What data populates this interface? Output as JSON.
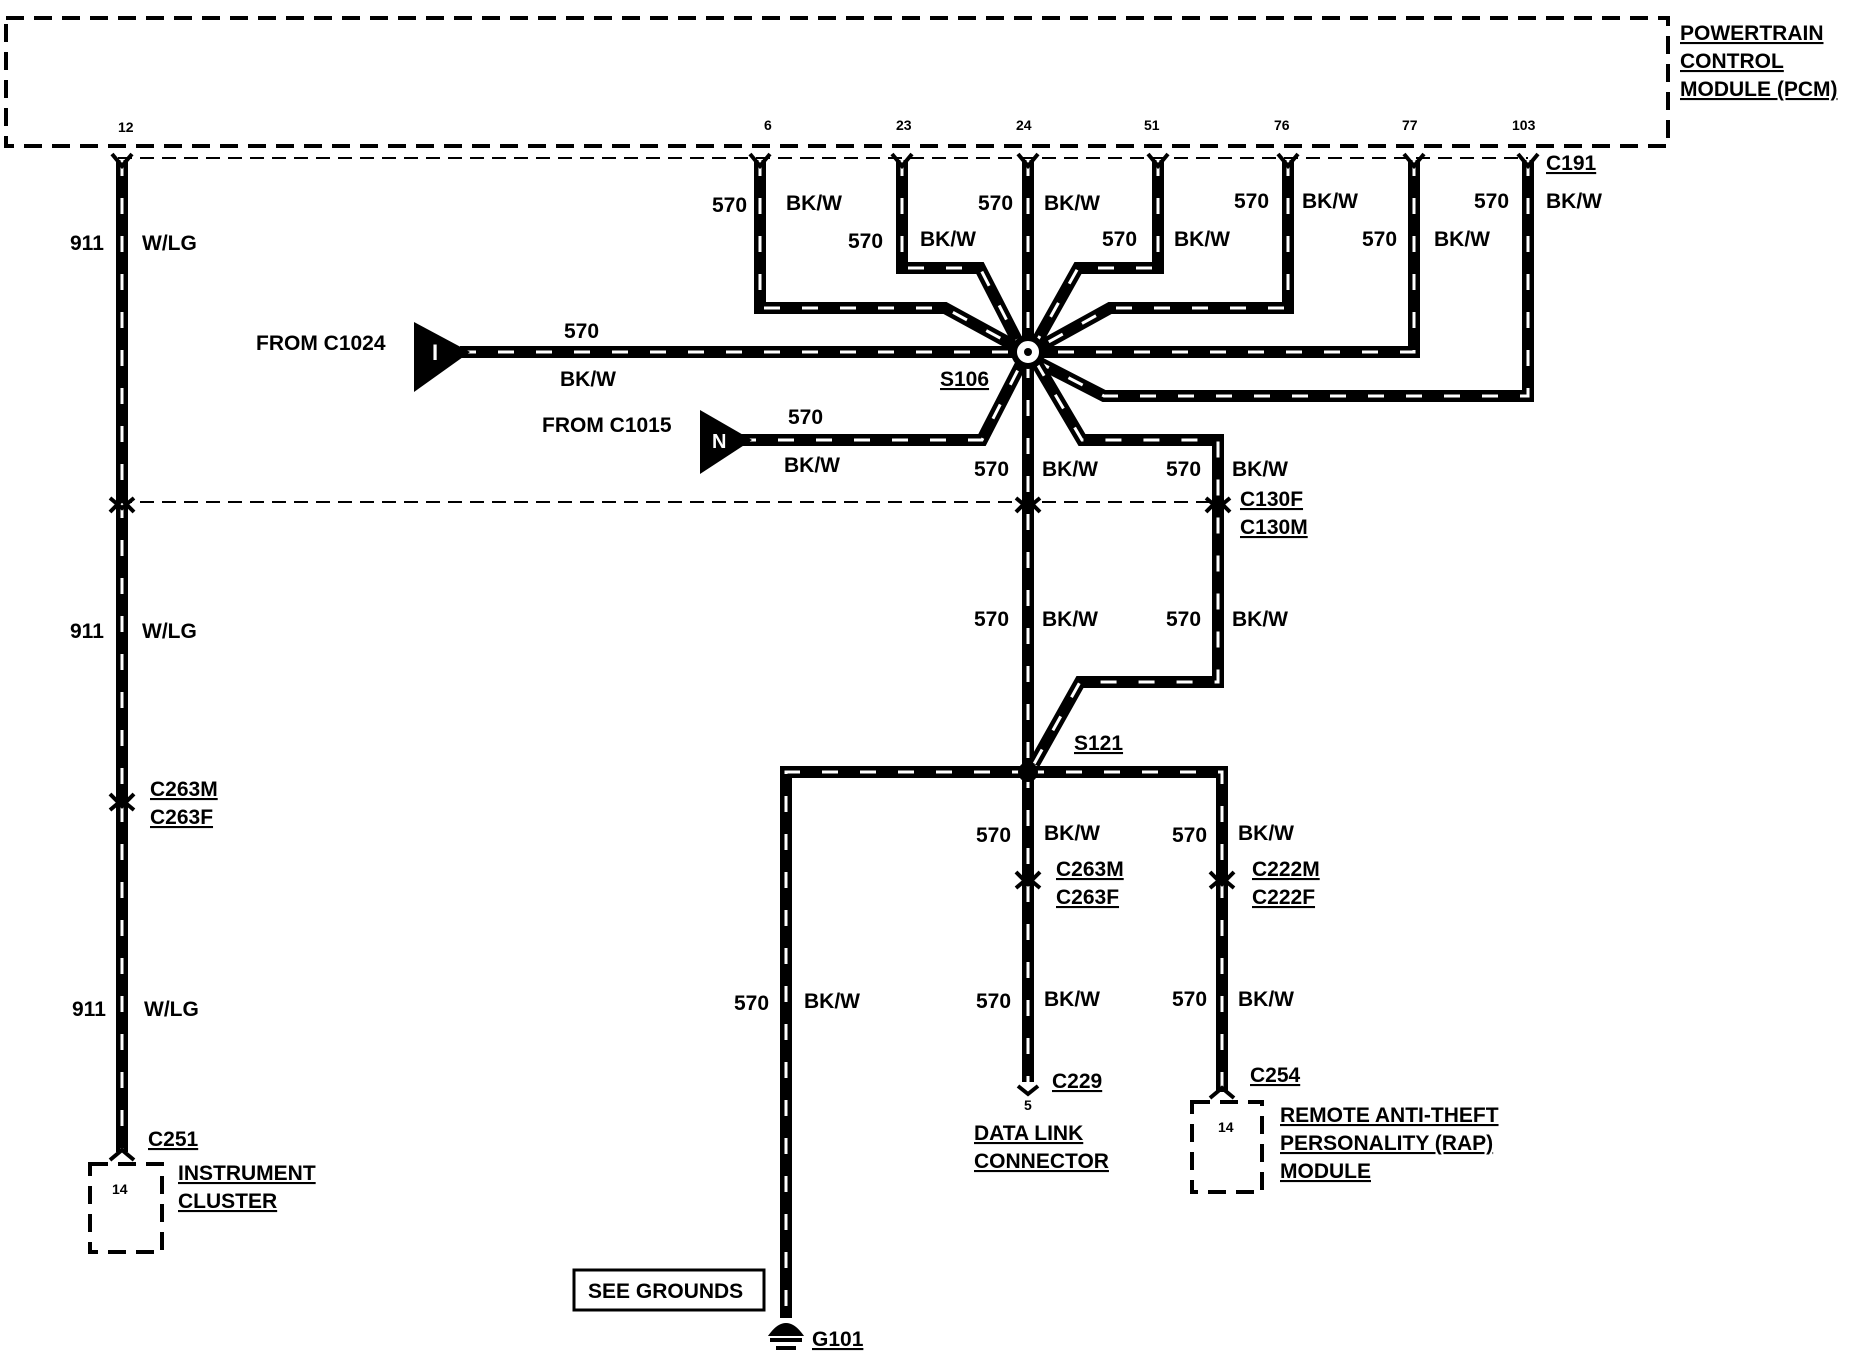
{
  "pcm": {
    "label_lines": [
      "POWERTRAIN",
      "CONTROL",
      "MODULE (PCM)"
    ],
    "pins": [
      "12",
      "6",
      "23",
      "24",
      "51",
      "76",
      "77",
      "103"
    ],
    "connector": "C191"
  },
  "wire_circuits": {
    "w911": "911",
    "w911_color": "W/LG",
    "w570": "570",
    "w570_color": "BK/W"
  },
  "feeds": {
    "c1024": "FROM C1024",
    "c1024_id": "I",
    "c1015": "FROM C1015",
    "c1015_id": "N"
  },
  "splices": {
    "s106": "S106",
    "s121": "S121"
  },
  "connectors": {
    "c130f": "C130F",
    "c130m": "C130M",
    "c263m": "C263M",
    "c263f": "C263F",
    "c222m": "C222M",
    "c222f": "C222F",
    "c229": "C229",
    "c229_pin": "5",
    "c254": "C254",
    "c251": "C251"
  },
  "components": {
    "cluster_lines": [
      "INSTRUMENT",
      "CLUSTER"
    ],
    "cluster_pin": "14",
    "dlc_lines": [
      "DATA LINK",
      "CONNECTOR"
    ],
    "rap_lines": [
      "REMOTE ANTI-THEFT",
      "PERSONALITY (RAP)",
      "MODULE"
    ],
    "rap_pin": "14",
    "ground": "G101",
    "see_grounds": "SEE GROUNDS"
  }
}
